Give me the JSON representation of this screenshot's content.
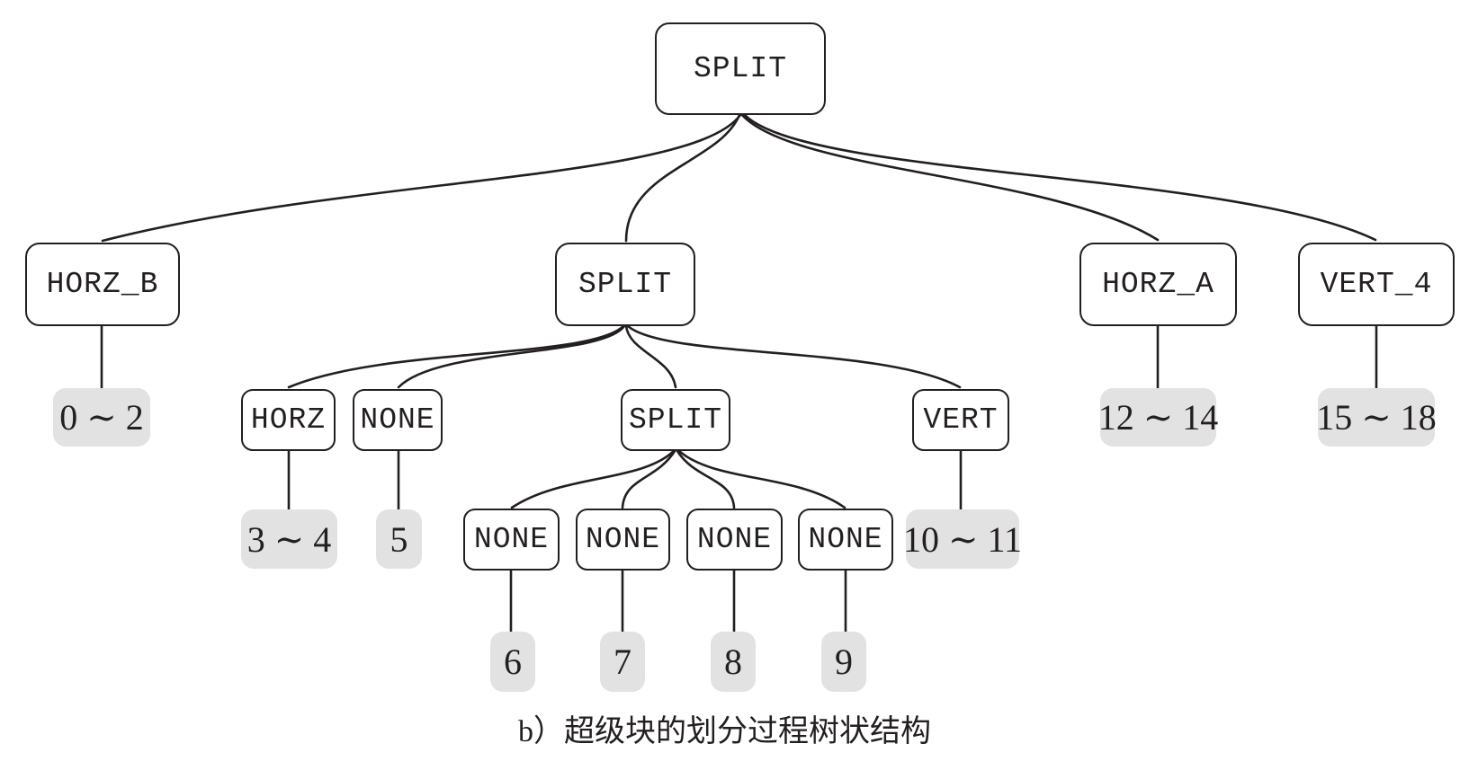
{
  "diagram": {
    "caption": "b）超级块的划分过程树状结构",
    "colors": {
      "line": "#231f20",
      "node_border": "#231f20",
      "node_bg": "#ffffff",
      "leaf_bg": "#e2e2e2",
      "text": "#231f20"
    },
    "nodes": {
      "root": "SPLIT",
      "horz_b": "HORZ_B",
      "split2": "SPLIT",
      "horz_a": "HORZ_A",
      "vert_4": "VERT_4",
      "horz": "HORZ",
      "none_l3": "NONE",
      "split3": "SPLIT",
      "vert": "VERT",
      "none_1": "NONE",
      "none_2": "NONE",
      "none_3": "NONE",
      "none_4": "NONE"
    },
    "leaves": {
      "r0_2": "0 ∼ 2",
      "r3_4": "3 ∼ 4",
      "r5": "5",
      "r6": "6",
      "r7": "7",
      "r8": "8",
      "r9": "9",
      "r10_11": "10 ∼ 11",
      "r12_14": "12 ∼ 14",
      "r15_18": "15 ∼ 18"
    },
    "tree": {
      "root": "SPLIT",
      "children": [
        {
          "node": "HORZ_B",
          "leaf_range": "0 ∼ 2"
        },
        {
          "node": "SPLIT",
          "children": [
            {
              "node": "HORZ",
              "leaf_range": "3 ∼ 4"
            },
            {
              "node": "NONE",
              "leaf_range": "5"
            },
            {
              "node": "SPLIT",
              "children": [
                {
                  "node": "NONE",
                  "leaf_range": "6"
                },
                {
                  "node": "NONE",
                  "leaf_range": "7"
                },
                {
                  "node": "NONE",
                  "leaf_range": "8"
                },
                {
                  "node": "NONE",
                  "leaf_range": "9"
                }
              ]
            },
            {
              "node": "VERT",
              "leaf_range": "10 ∼ 11"
            }
          ]
        },
        {
          "node": "HORZ_A",
          "leaf_range": "12 ∼ 14"
        },
        {
          "node": "VERT_4",
          "leaf_range": "15 ∼ 18"
        }
      ]
    }
  }
}
